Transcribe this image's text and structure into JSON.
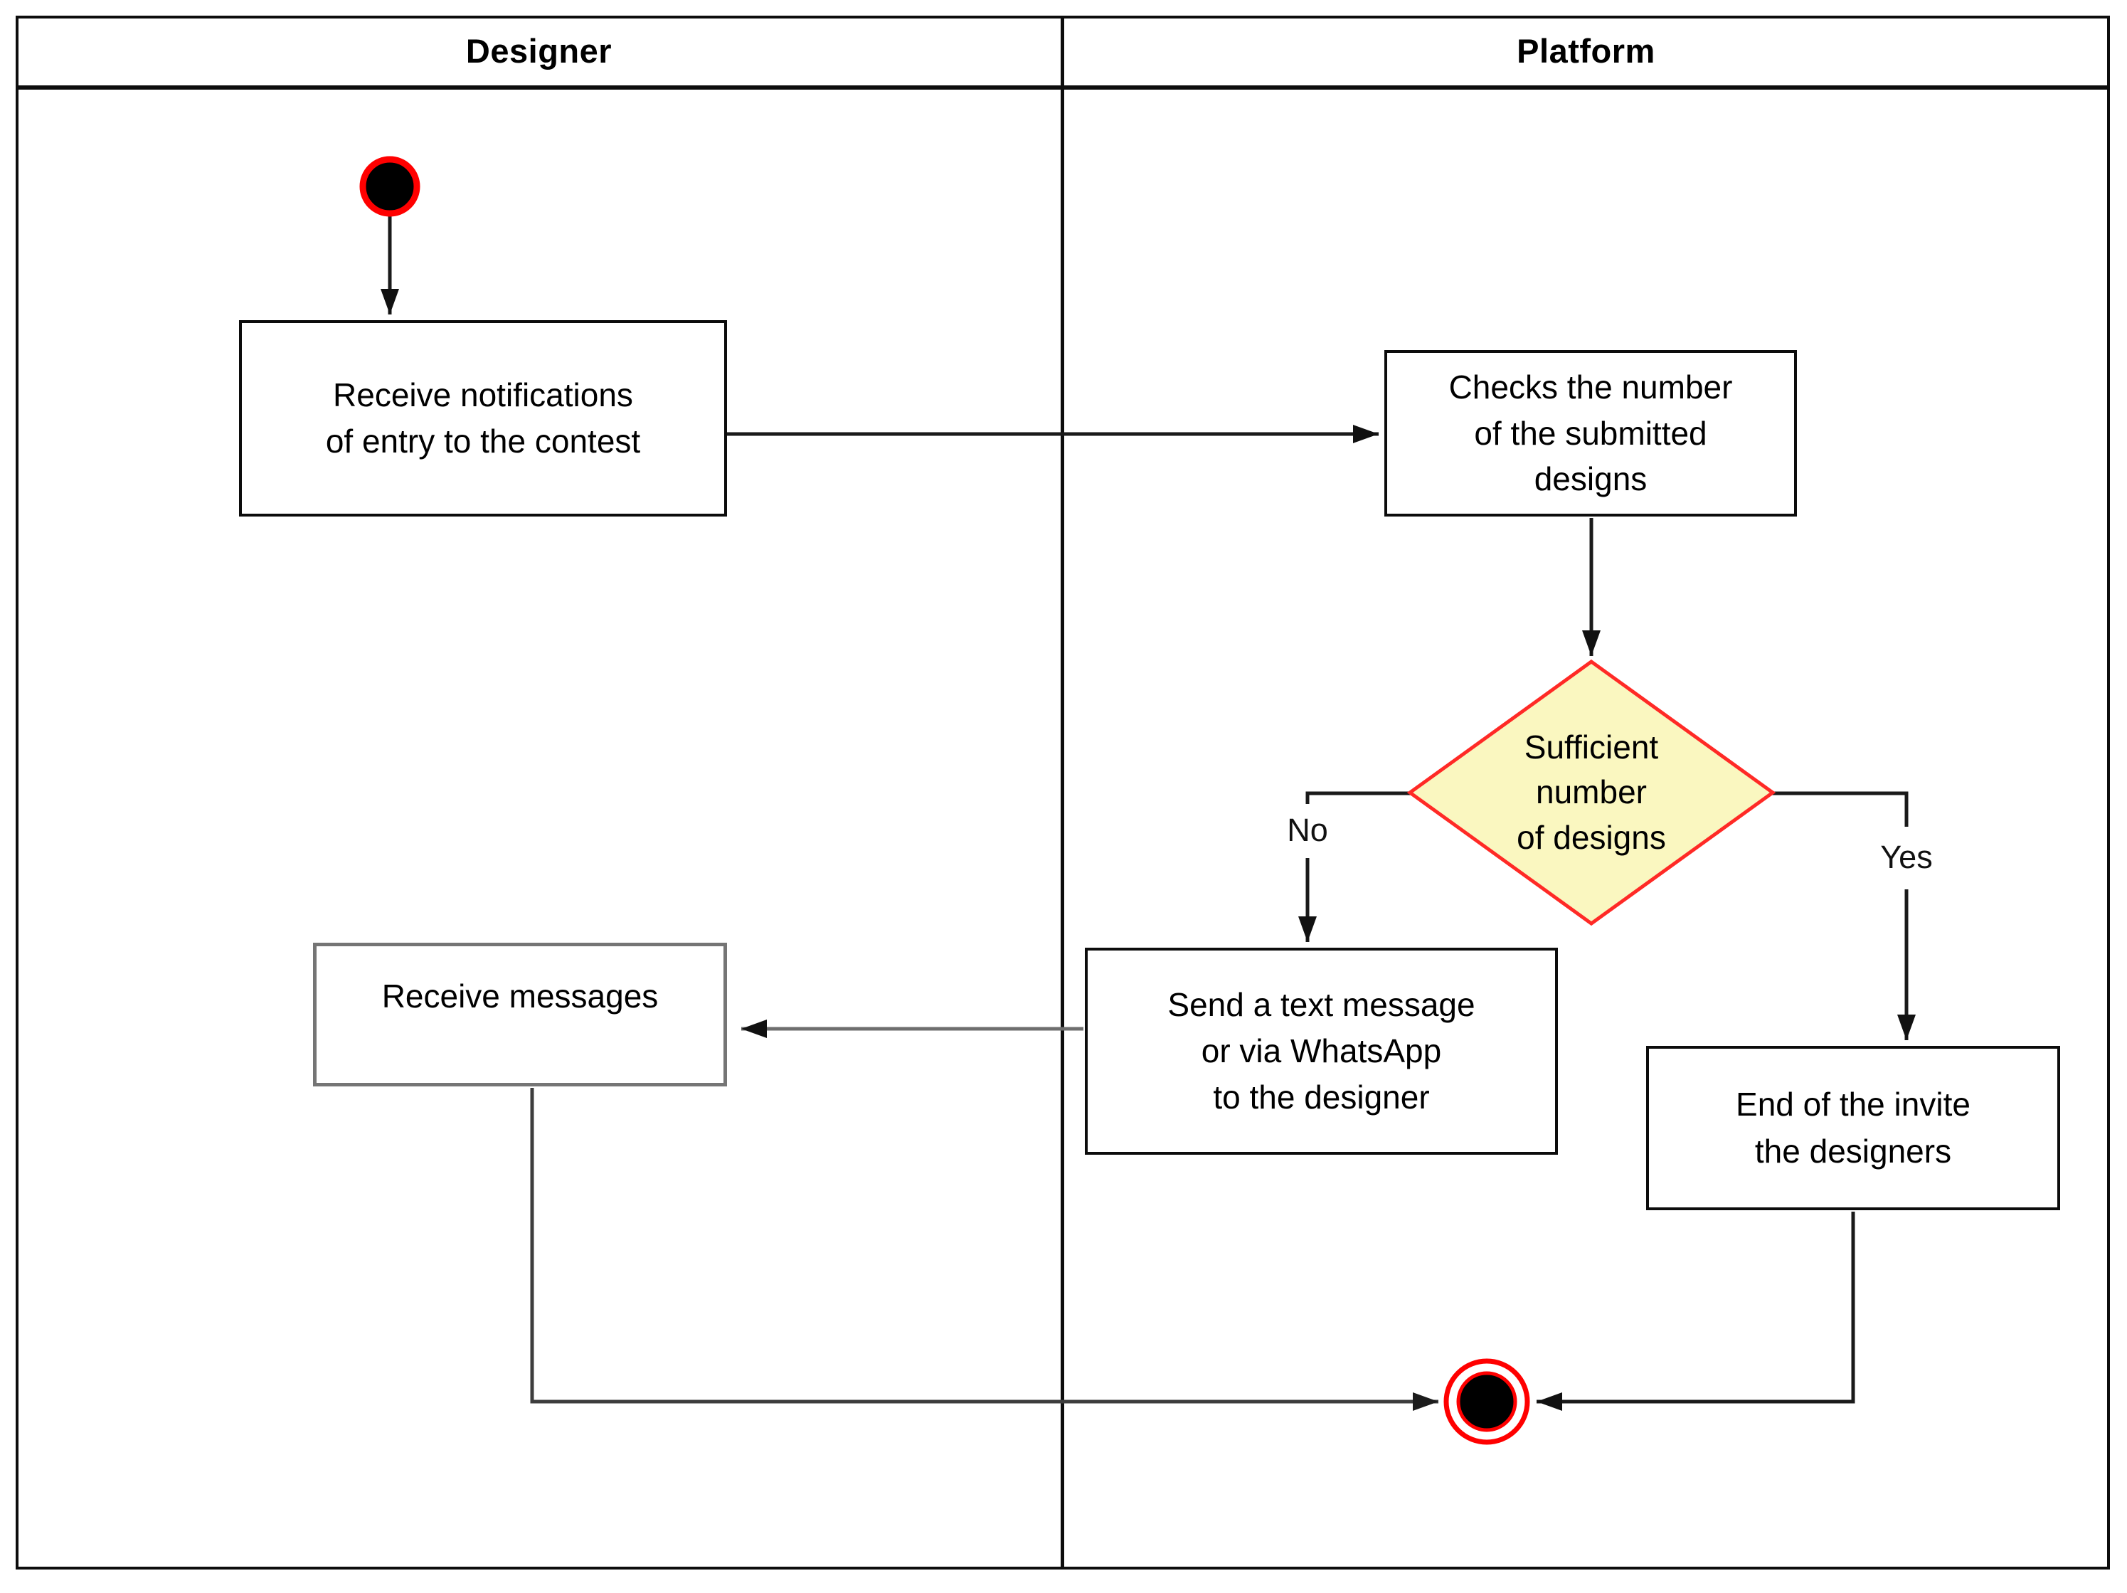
{
  "diagram": {
    "type": "uml-activity-diagram-with-swimlanes",
    "lanes": [
      {
        "id": "designer",
        "label": "Designer"
      },
      {
        "id": "platform",
        "label": "Platform"
      }
    ],
    "nodes": {
      "start": {
        "kind": "initial-node",
        "lane": "Designer"
      },
      "receive_notifications": {
        "kind": "action",
        "lane": "Designer",
        "label": "Receive notifications\nof entry to the contest"
      },
      "checks_number": {
        "kind": "action",
        "lane": "Platform",
        "label": "Checks the number\nof the submitted\ndesigns"
      },
      "sufficient_designs": {
        "kind": "decision",
        "lane": "Platform",
        "label": "Sufficient\nnumber\nof designs"
      },
      "send_message": {
        "kind": "action",
        "lane": "Platform",
        "label": "Send a text message\nor via WhatsApp\nto the designer"
      },
      "receive_messages": {
        "kind": "action",
        "lane": "Designer",
        "label": "Receive messages"
      },
      "end_invite": {
        "kind": "action",
        "lane": "Platform",
        "label": "End of the invite\nthe designers"
      },
      "end": {
        "kind": "final-node",
        "lane": "Platform"
      }
    },
    "edge_labels": {
      "no": "No",
      "yes": "Yes"
    },
    "colors": {
      "line": "#1a1a1a",
      "muted_line": "#6e6e6e",
      "muted_border": "#757575",
      "decision_fill": "#faf7c0",
      "decision_border": "#ff2a26",
      "terminal_red": "#ff0000",
      "node_fill": "#ffffff",
      "text": "#000000"
    }
  }
}
